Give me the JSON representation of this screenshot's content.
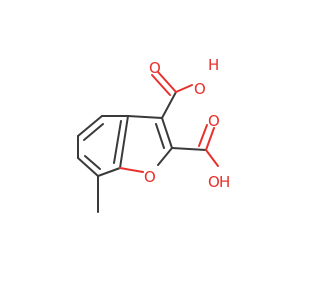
{
  "molecule": {
    "atoms": {
      "cooh3_carbonyl_o": "O",
      "cooh3_hydroxyl_o": "O",
      "cooh3_hydroxyl_h": "H",
      "cooh2_carbonyl_o": "O",
      "cooh2_hydroxyl_o": "O",
      "cooh2_hydroxyl_h": "H",
      "furan_o": "O"
    },
    "colors": {
      "carbon_bond": "#3a3a3a",
      "oxygen": "#e8302c"
    }
  }
}
